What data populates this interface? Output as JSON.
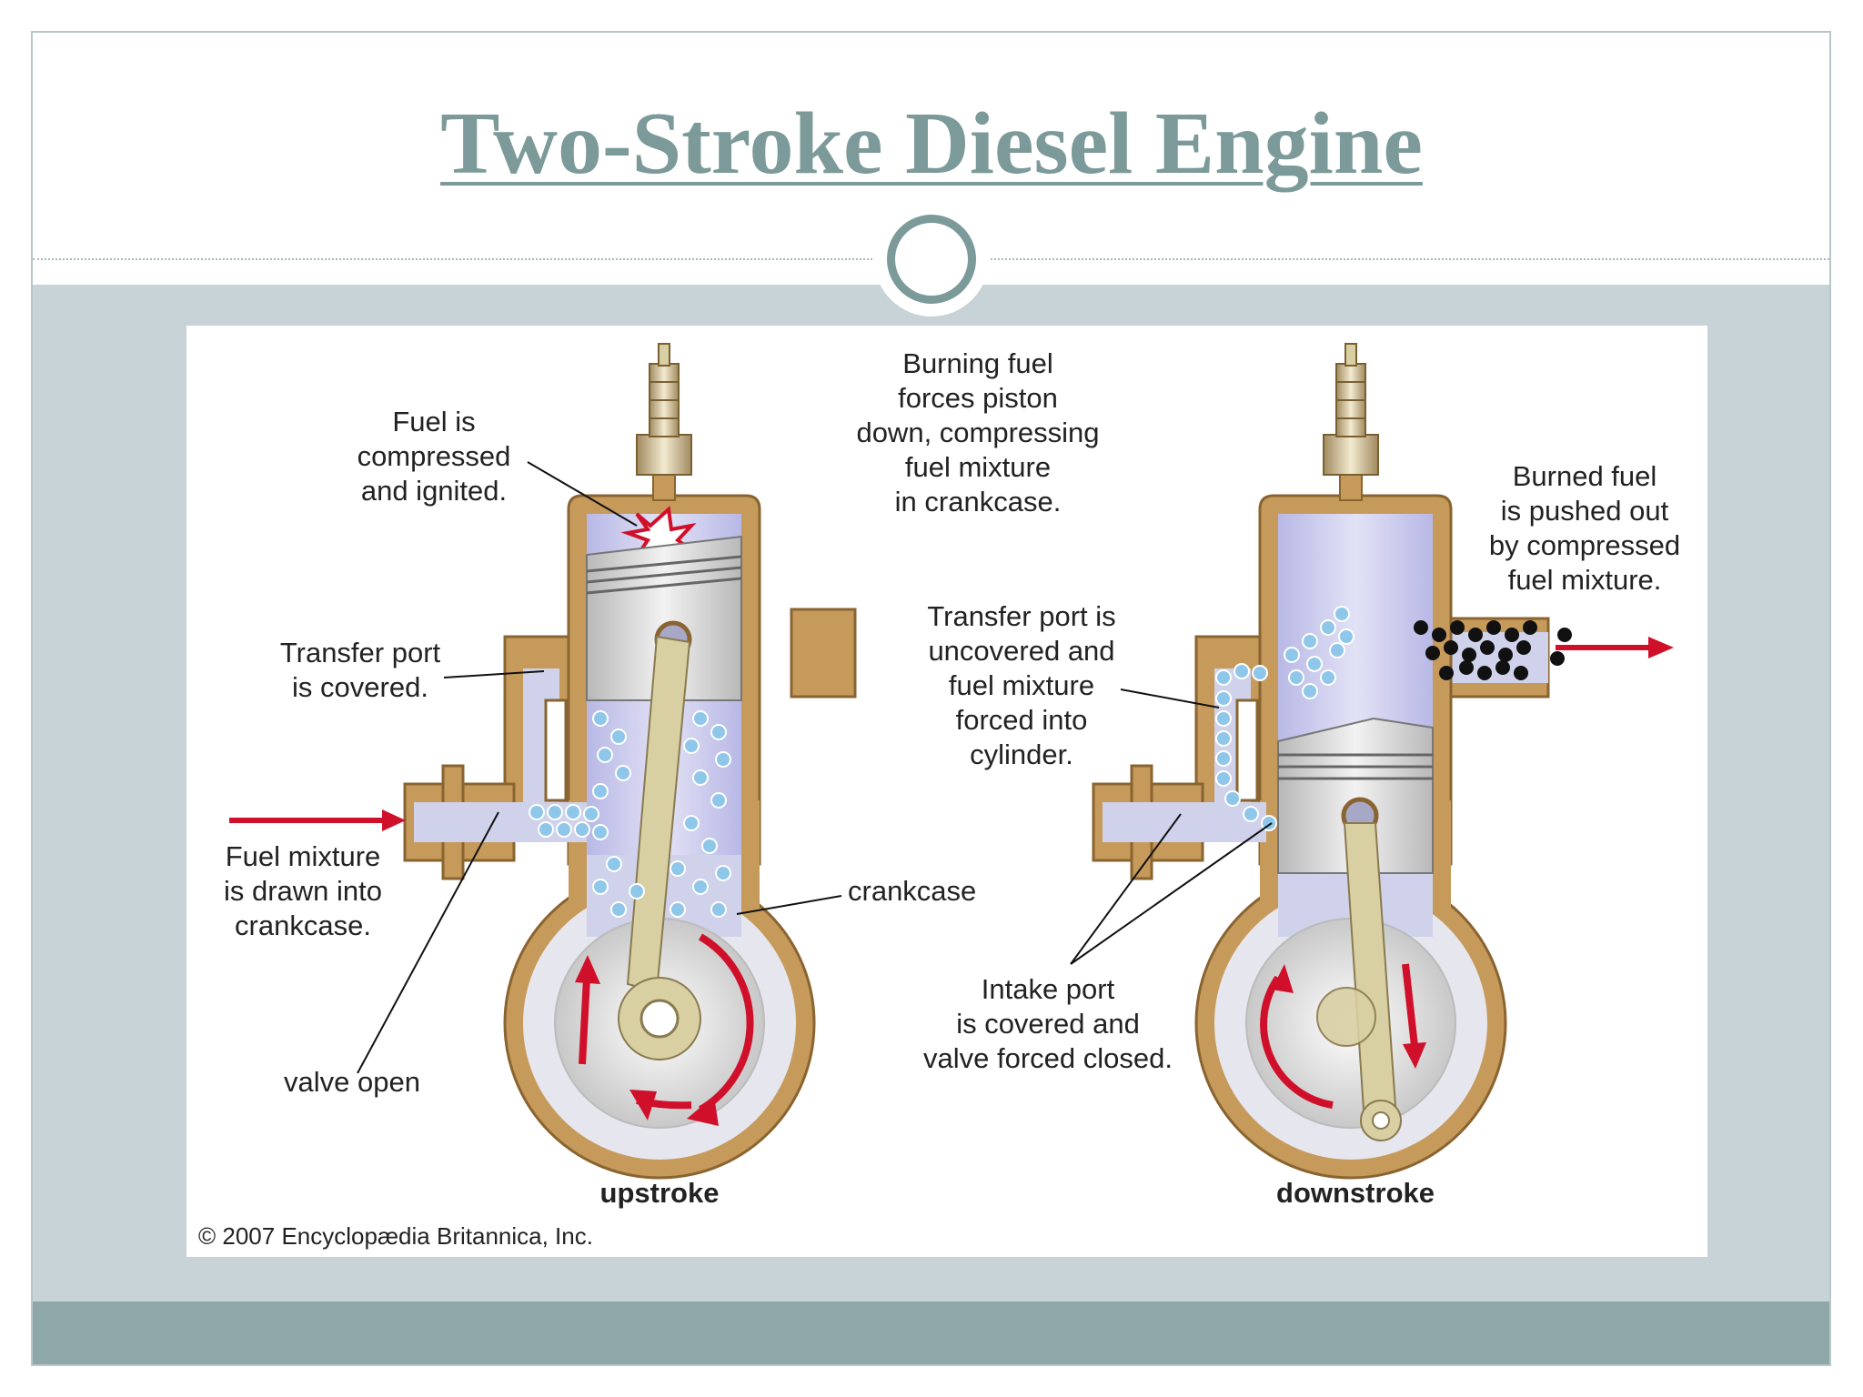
{
  "slide": {
    "title": "Two-Stroke Diesel Engine"
  },
  "colors": {
    "title": "#7c9a99",
    "content_band": "#c7d3d6",
    "footer_band": "#8ea8aa",
    "engine_casing": "#c69a5a",
    "fuel_bubbles": "#8fc7ea",
    "arrows": "#d0102a"
  },
  "diagram": {
    "left_engine": {
      "caption": "upstroke",
      "labels": {
        "ignition": [
          "Fuel is",
          "compressed",
          "and ignited."
        ],
        "transfer_port": [
          "Transfer port",
          "is covered."
        ],
        "fuel_mixture": [
          "Fuel mixture",
          "is drawn into",
          "crankcase."
        ],
        "valve": "valve open",
        "crankcase": "crankcase"
      }
    },
    "right_engine": {
      "caption": "downstroke",
      "labels": {
        "burning": [
          "Burning fuel",
          "forces piston",
          "down, compressing",
          "fuel mixture",
          "in crankcase."
        ],
        "transfer_port": [
          "Transfer port is",
          "uncovered and",
          "fuel mixture",
          "forced into",
          "cylinder."
        ],
        "exhaust": [
          "Burned fuel",
          "is pushed out",
          "by compressed",
          "fuel mixture."
        ],
        "intake": [
          "Intake port",
          "is covered and",
          "valve forced closed."
        ]
      }
    },
    "credit": "© 2007 Encyclopædia Britannica, Inc."
  }
}
